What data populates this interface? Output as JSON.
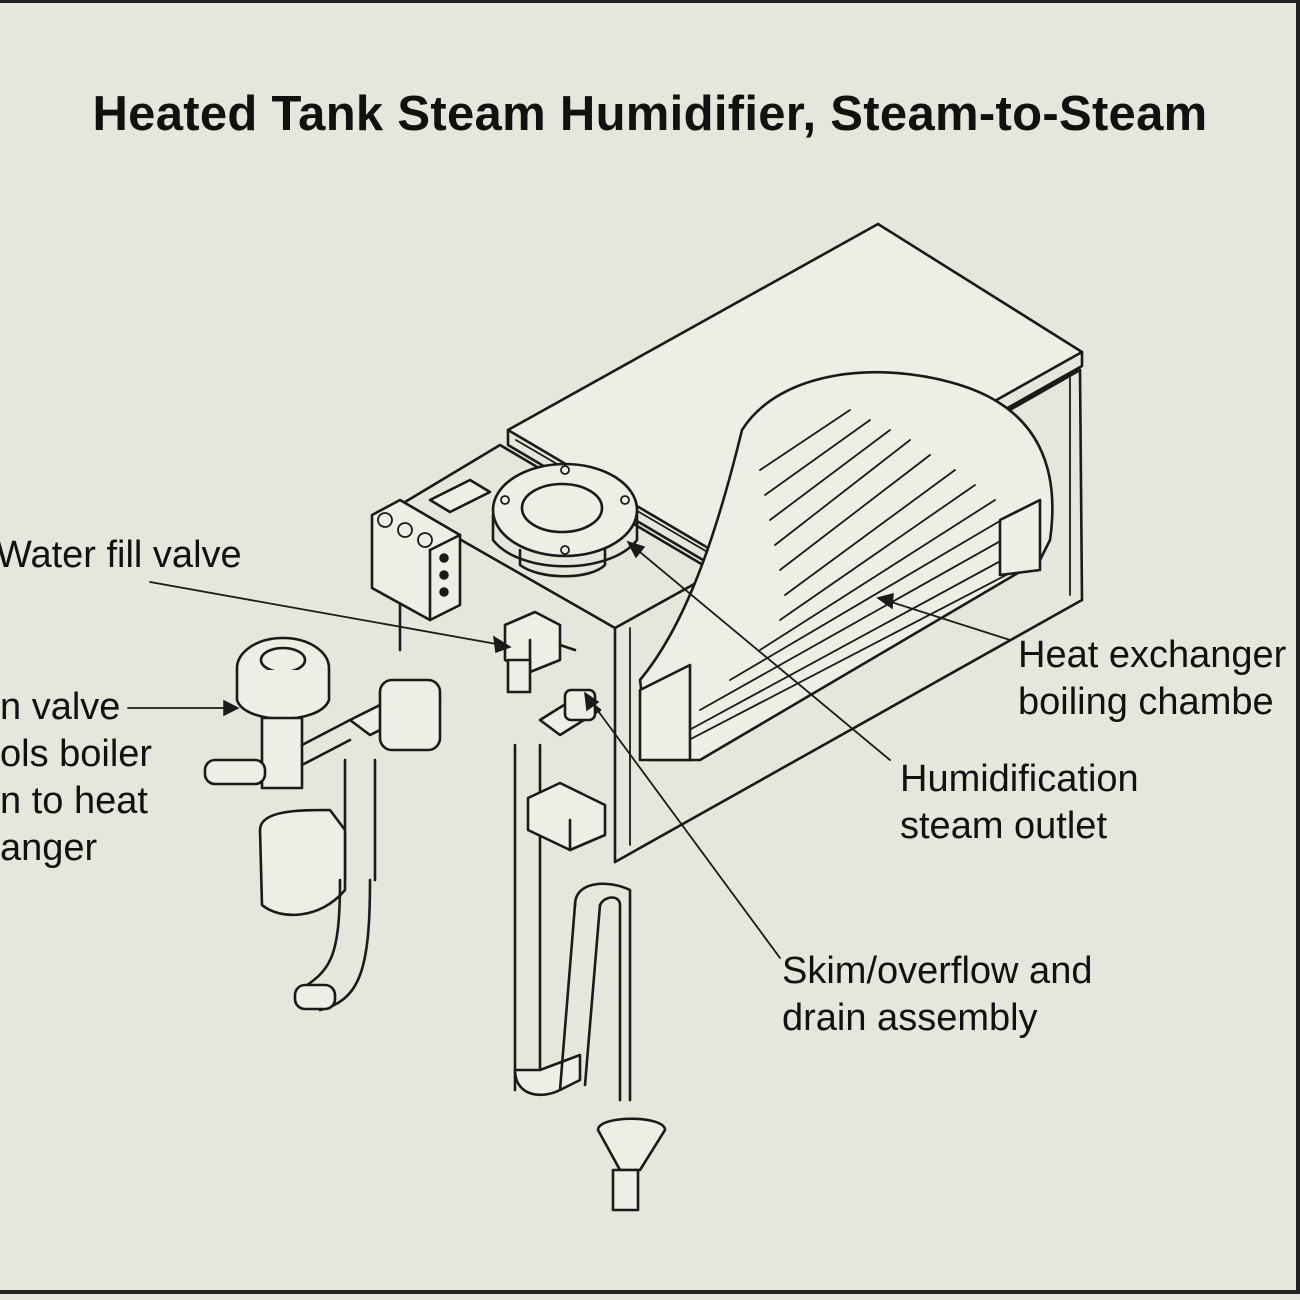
{
  "title": "Heated Tank Steam Humidifier, Steam-to-Steam",
  "colors": {
    "background": "#e6e6dc",
    "ink": "#1a1a1a"
  },
  "labels": {
    "water_fill_valve": "Water fill valve",
    "steam_valve": [
      "n valve",
      "ols boiler",
      "n to heat",
      "anger"
    ],
    "heat_exchanger": [
      "Heat exchanger",
      "boiling chambe"
    ],
    "steam_outlet": [
      "Humidification",
      "steam outlet"
    ],
    "skim_drain": [
      "Skim/overflow and",
      "drain assembly"
    ]
  }
}
